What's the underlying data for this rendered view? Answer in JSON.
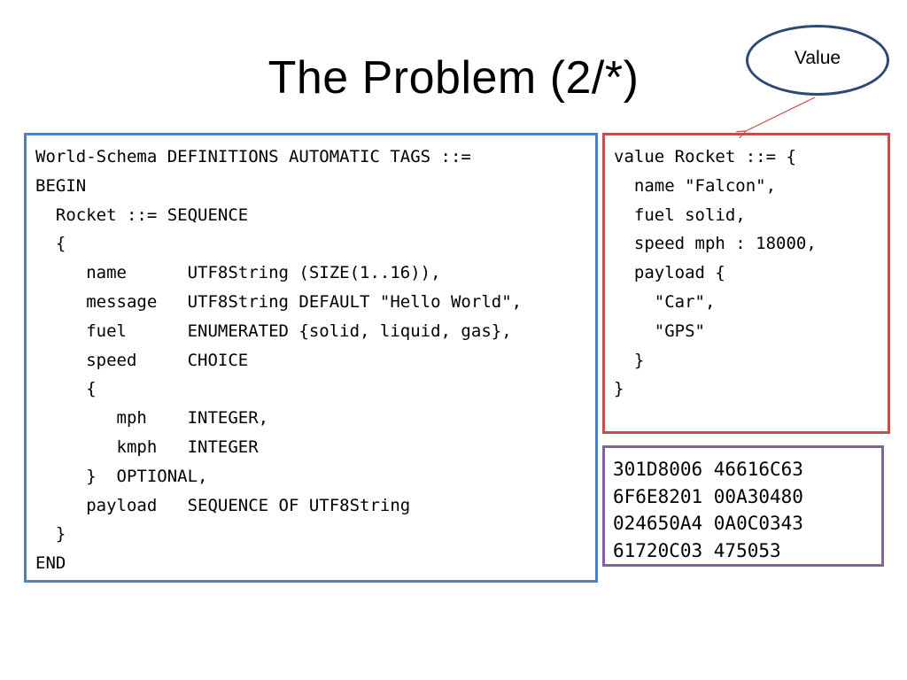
{
  "slide": {
    "title": "The Problem (2/*)"
  },
  "schema": {
    "lines": "World-Schema DEFINITIONS AUTOMATIC TAGS ::=\nBEGIN\n  Rocket ::= SEQUENCE\n  {\n     name      UTF8String (SIZE(1..16)),\n     message   UTF8String DEFAULT \"Hello World\",\n     fuel      ENUMERATED {solid, liquid, gas},\n     speed     CHOICE\n     {\n        mph    INTEGER,\n        kmph   INTEGER\n     }  OPTIONAL,\n     payload   SEQUENCE OF UTF8String\n  }\nEND"
  },
  "value": {
    "lines": "value Rocket ::= {\n  name \"Falcon\",\n  fuel solid,\n  speed mph : 18000,\n  payload {\n    \"Car\",\n    \"GPS\"\n  }\n}"
  },
  "encoding": {
    "lines": "301D8006 46616C63\n6F6E8201 00A30480\n024650A4 0A0C0343\n61720C03 475053"
  },
  "callout": {
    "label": "Value"
  },
  "colors": {
    "schema_border": "#4f81bd",
    "value_border": "#c0504d",
    "encoding_border": "#8064a2",
    "callout_border": "#2c4a73",
    "connector": "#c0504d"
  }
}
